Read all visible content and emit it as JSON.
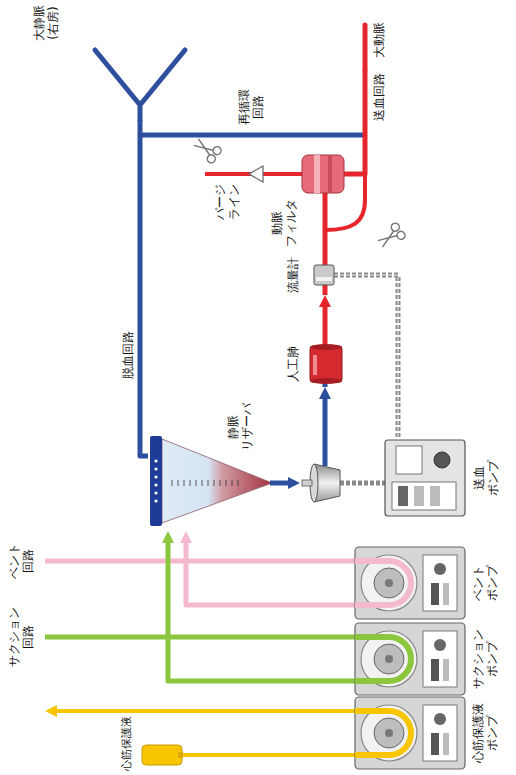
{
  "diagram": {
    "nodes": [
      {
        "text": [
          "大静脈 (右房)"
        ]
      },
      {
        "text": [
          "大動脈"
        ]
      },
      {
        "text": [
          "静脈 リザーバ"
        ]
      },
      {
        "text": [
          "送血 ポンプ"
        ]
      },
      {
        "text": [
          "人工肺"
        ]
      },
      {
        "text": [
          "流量計"
        ]
      },
      {
        "text": [
          "動脈 フィルタ"
        ]
      },
      {
        "text": [
          "心筋保護液"
        ]
      },
      {
        "text": [
          "心筋保護液 ポンプ"
        ]
      },
      {
        "text": [
          "サクション ポンプ"
        ]
      },
      {
        "text": [
          "ベント ポンプ"
        ]
      }
    ],
    "edges": [
      {
        "from": 0,
        "to": 2,
        "arrow": "none",
        "label": "脱血回路"
      },
      {
        "from": 2,
        "to": 3,
        "arrow": "to"
      },
      {
        "from": 3,
        "to": 4,
        "arrow": "to"
      },
      {
        "from": 4,
        "to": 5,
        "arrow": "to"
      },
      {
        "from": 5,
        "to": 6,
        "arrow": "none"
      },
      {
        "from": 6,
        "to": 1,
        "arrow": "none",
        "label": "送血回路"
      },
      {
        "from": 7,
        "to": 8,
        "arrow": "none"
      },
      {
        "from": 9,
        "to": 2,
        "arrow": "to"
      },
      {
        "from": 10,
        "to": 2,
        "arrow": "to"
      }
    ],
    "labels": [
      "再循環 回路",
      "パージ ライン",
      "サクション 回路",
      "ベント 回路"
    ]
  }
}
